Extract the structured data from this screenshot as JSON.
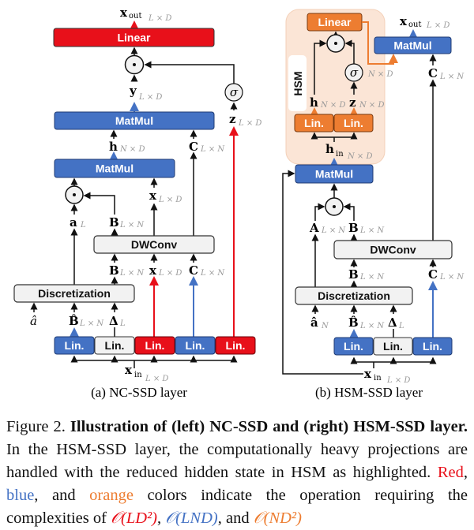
{
  "colors": {
    "red": "#e8101a",
    "blue": "#4472c4",
    "orange": "#ed7d31",
    "gray_box": "#f2f2f2",
    "hsm_bg": "#fbe5d6",
    "black": "#111111"
  },
  "left": {
    "subcaption": "(a) NC-SSD layer",
    "boxes": {
      "linear": "Linear",
      "matmul_top": "MatMul",
      "matmul_bottom": "MatMul",
      "dwconv": "DWConv",
      "discretization": "Discretization",
      "lin": [
        "Lin.",
        "Lin.",
        "Lin.",
        "Lin.",
        "Lin."
      ]
    },
    "lin_colors": [
      "blue",
      "gray",
      "red",
      "blue",
      "red"
    ],
    "labels": {
      "x_out": {
        "main": "x",
        "sub": "out",
        "dim": "L × D"
      },
      "y": {
        "main": "y",
        "dim": "L × D"
      },
      "z": {
        "main": "z",
        "dim": "L × D"
      },
      "h": {
        "main": "h",
        "dim": "N × D"
      },
      "C_top": {
        "main": "C",
        "dim": "L × N"
      },
      "x_mid": {
        "main": "x",
        "dim": "L × D"
      },
      "a": {
        "main": "a",
        "dim": "L"
      },
      "B_mid": {
        "main": "B",
        "dim": "L × N"
      },
      "B_low": {
        "main": "B",
        "dim": "L × N"
      },
      "x_low": {
        "main": "x",
        "dim": "L × D"
      },
      "C_low": {
        "main": "C",
        "dim": "L × N"
      },
      "a_hat": {
        "main": "â"
      },
      "B_hat": {
        "main": "B̂",
        "dim": "L × N"
      },
      "delta": {
        "main": "Δ",
        "dim": "L"
      },
      "x_in": {
        "main": "x",
        "sub": "in",
        "dim": "L × D"
      },
      "sigma": "σ",
      "odot": "⊙"
    }
  },
  "right": {
    "subcaption": "(b) HSM-SSD layer",
    "hsm_label": "HSM",
    "boxes": {
      "hsm_linear": "Linear",
      "matmul_top": "MatMul",
      "matmul_bottom": "MatMul",
      "dwconv": "DWConv",
      "discretization": "Discretization",
      "hsm_lin": [
        "Lin.",
        "Lin."
      ],
      "lin": [
        "Lin.",
        "Lin.",
        "Lin."
      ]
    },
    "lin_colors": [
      "blue",
      "gray",
      "blue"
    ],
    "labels": {
      "x_out": {
        "main": "x",
        "sub": "out",
        "dim": "L × D"
      },
      "C_top": {
        "main": "C",
        "dim": "L × N"
      },
      "sigma_dim": "N × D",
      "h": {
        "main": "h",
        "dim": "N × D"
      },
      "z": {
        "main": "z",
        "dim": "N × D"
      },
      "h_in": {
        "main": "h",
        "sub": "in",
        "dim": "N × D"
      },
      "A": {
        "main": "A",
        "dim": "L × N"
      },
      "B_mid": {
        "main": "B",
        "dim": "L × N"
      },
      "B_low": {
        "main": "B",
        "dim": "L × N"
      },
      "C_low": {
        "main": "C",
        "dim": "L × N"
      },
      "a_hat": {
        "main": "â",
        "dim": "N"
      },
      "B_hat": {
        "main": "B̂",
        "dim": "L × N"
      },
      "delta": {
        "main": "Δ",
        "dim": "L"
      },
      "x_in": {
        "main": "x",
        "sub": "in",
        "dim": "L × D"
      },
      "sigma": "σ",
      "odot": "⊙"
    }
  },
  "caption": {
    "figure_label": "Figure 2.",
    "bold_title": "Illustration of (left) NC-SSD and (right) HSM-SSD layer.",
    "body_1": "In the HSM-SSD layer, the computationally heavy projections are handled with the reduced hidden state in HSM as highlighted.",
    "red_word": "Red",
    "sep_1": ",",
    "blue_word": "blue",
    "sep_2": ", and",
    "orange_word": "orange",
    "body_2": "colors indicate the operation requiring the complexities of",
    "complexity_red": "𝒪(LD²)",
    "complexity_blue": "𝒪(LND)",
    "complexity_and": ", and",
    "complexity_orange": "𝒪(ND²)",
    "sep_3": ","
  }
}
